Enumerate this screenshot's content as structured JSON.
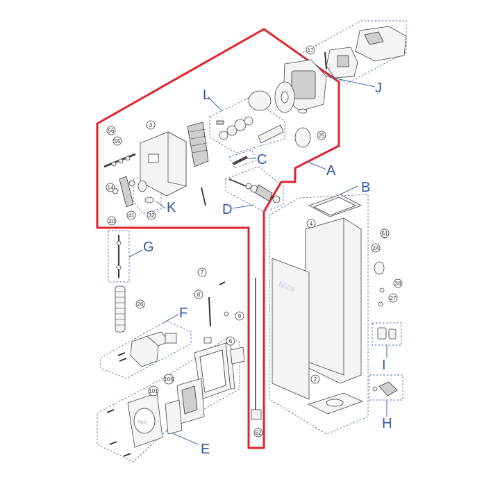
{
  "diagram": {
    "accent_color": "#e0232a",
    "leader_color": "#3f66ad",
    "brand_text": "Nice",
    "group_labels": {
      "A": "A",
      "B": "B",
      "C": "C",
      "D": "D",
      "E": "E",
      "F": "F",
      "G": "G",
      "H": "H",
      "I": "I",
      "J": "J",
      "K": "K",
      "L": "L"
    },
    "part_numbers": {
      "p2": "2",
      "p3": "3",
      "p4": "4",
      "p6": "6",
      "p7": "7",
      "p8": "8",
      "p9": "9",
      "p14": "14",
      "p17": "17",
      "p20": "20",
      "p24": "24",
      "p25": "25",
      "p26": "26",
      "p27": "27",
      "p32": "32",
      "p38": "38",
      "p41": "41",
      "p55": "55",
      "p56": "56",
      "p61": "61",
      "p62": "62",
      "p101": "101",
      "p106": "106"
    }
  }
}
